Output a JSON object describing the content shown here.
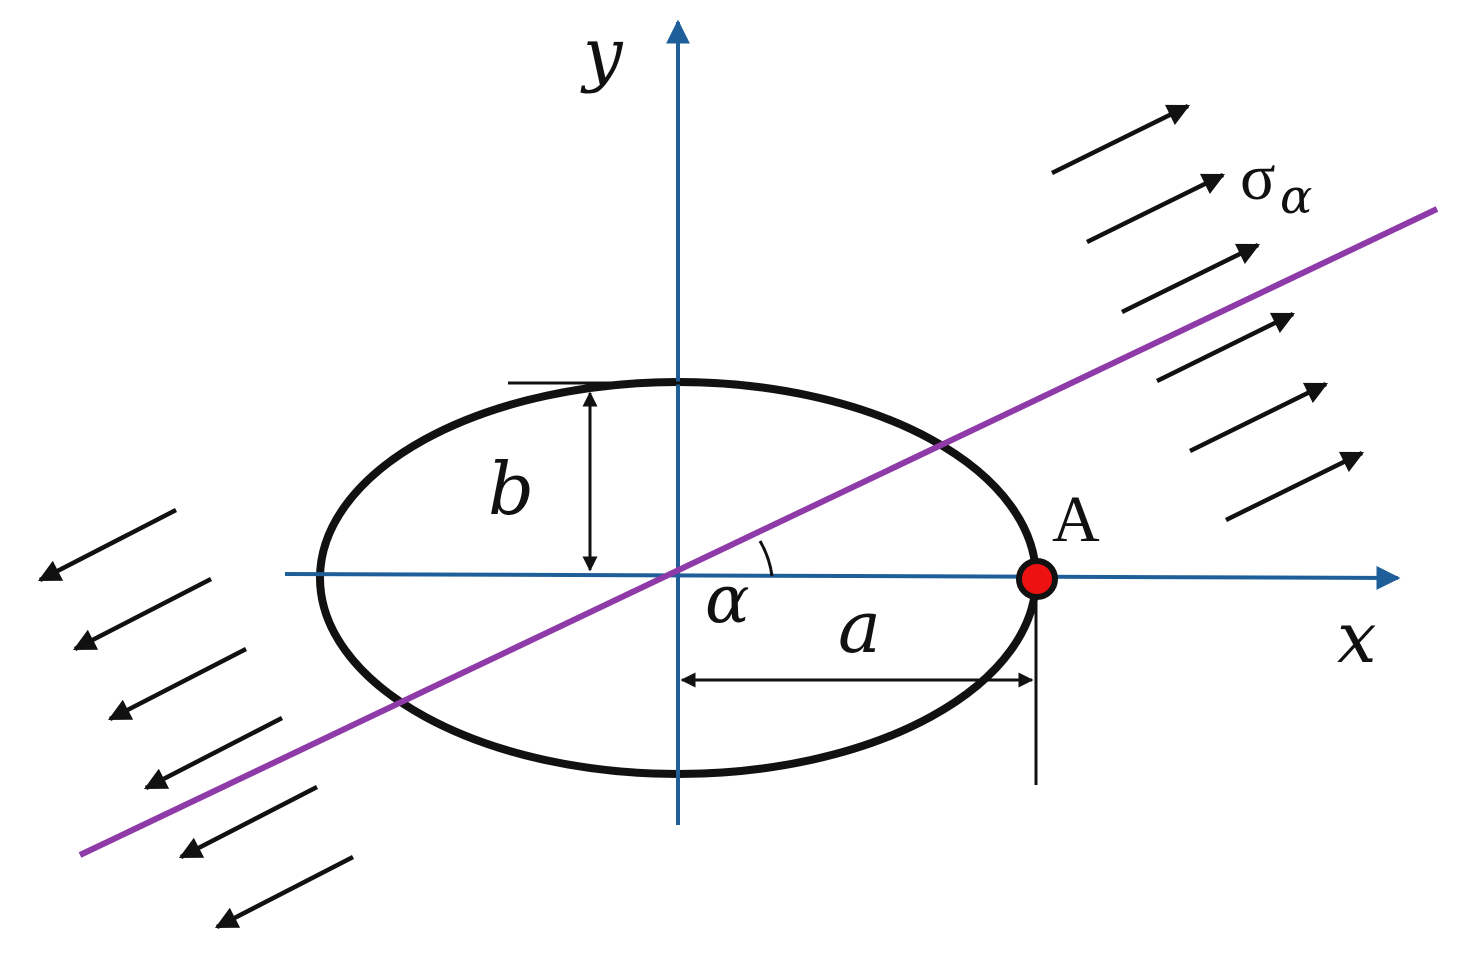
{
  "diagram": {
    "labels": {
      "y_axis": "y",
      "x_axis": "x",
      "semi_minor": "b",
      "semi_major": "a",
      "angle": "α",
      "point": "A",
      "stress_symbol": "σ",
      "stress_subscript": "α"
    },
    "colors": {
      "axes": "#1f5f99",
      "ellipse": "#111111",
      "loading_line": "#8e3aa8",
      "point_fill": "#ee1111",
      "arrows": "#111111",
      "dimensions": "#111111"
    }
  }
}
